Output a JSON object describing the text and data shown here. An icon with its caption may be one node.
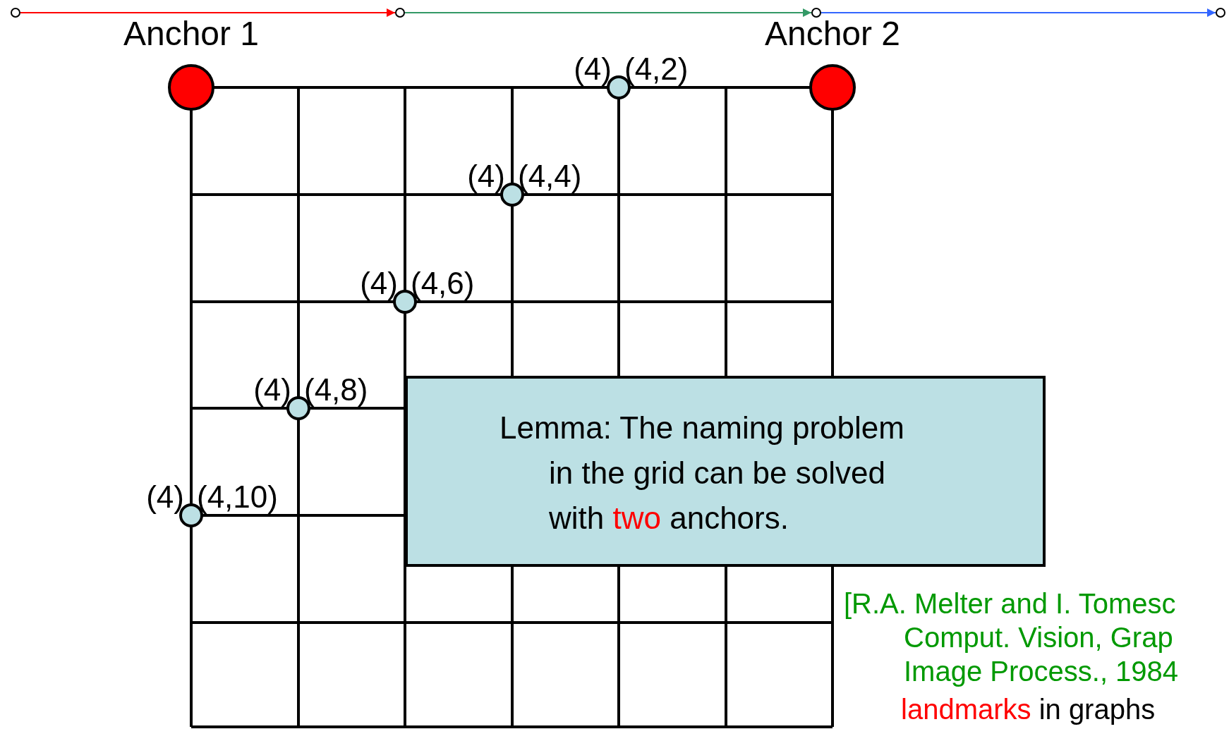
{
  "diagram": {
    "nodes": [
      {
        "text": [],
        "shape": "circle"
      },
      {
        "text": [],
        "shape": "circle"
      },
      {
        "text": [],
        "shape": "circle"
      },
      {
        "text": [],
        "shape": "circle"
      },
      {
        "text": [
          "Anchor 1"
        ]
      },
      {
        "text": [
          "(4)",
          "(4,2)"
        ]
      },
      {
        "text": [
          "Anchor 2"
        ]
      },
      {
        "text": [
          "(4)",
          "(4,4)"
        ]
      },
      {
        "text": [
          "(4)",
          "(4,6)"
        ]
      },
      {
        "text": [
          "(4)",
          "(4,8)"
        ]
      },
      {
        "text": [
          "(4)",
          "(4,10)"
        ]
      },
      {
        "text": [
          "Lemma: The naming problem in the grid can be solved with *two* anchors."
        ]
      }
    ],
    "edges": [
      {
        "from": 0,
        "to": 1,
        "arrow": "to",
        "color": "#ff0000"
      },
      {
        "from": 1,
        "to": 2,
        "arrow": "to",
        "color": "#339966"
      },
      {
        "from": 2,
        "to": 3,
        "arrow": "to",
        "color": "#3366ff"
      }
    ],
    "labels": [
      "[R.A. Melter and I. Tomesc Comput. Vision, Grap Image Process., 1984",
      "*landmarks* in graphs"
    ]
  }
}
